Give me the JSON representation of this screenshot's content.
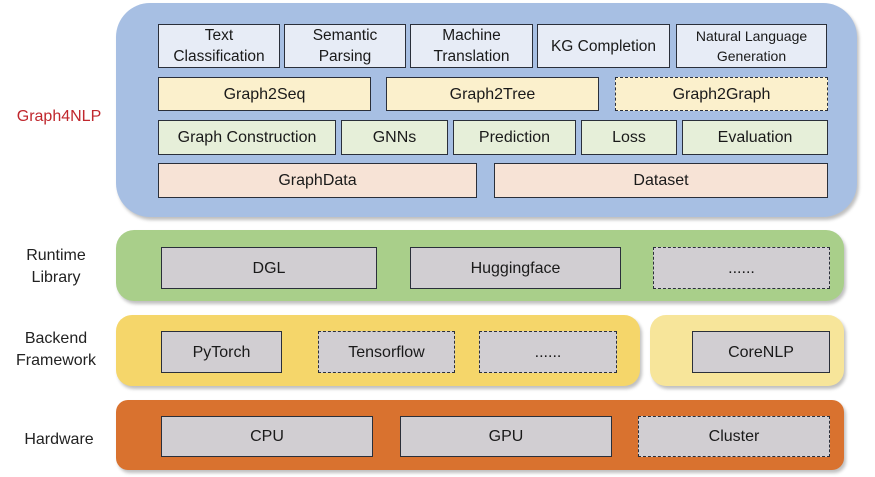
{
  "diagram": {
    "title": "Graph4NLP architecture stack",
    "colors": {
      "graph4nlp_label": "#c0272d",
      "graph4nlp_panel": "#a7bfe3",
      "runtime_panel": "#a9cf8a",
      "backend_panel": "#f5d66a",
      "corenlp_panel": "#f7e59a",
      "hardware_panel": "#d9722f",
      "task_box": "#e7ecf6",
      "model_box": "#fbf0cc",
      "component_box": "#e6efd9",
      "data_box": "#f7e3d6",
      "library_box": "#d1ced2"
    },
    "layers": {
      "graph4nlp": {
        "label": "Graph4NLP",
        "tasks": [
          {
            "line1": "Text",
            "line2": "Classification"
          },
          {
            "line1": "Semantic",
            "line2": "Parsing"
          },
          {
            "line1": "Machine",
            "line2": "Translation"
          },
          {
            "line1": "KG Completion",
            "line2": ""
          },
          {
            "line1": "Natural Language",
            "line2": "Generation"
          }
        ],
        "models": [
          {
            "label": "Graph2Seq",
            "dashed": false
          },
          {
            "label": "Graph2Tree",
            "dashed": false
          },
          {
            "label": "Graph2Graph",
            "dashed": true
          }
        ],
        "components": [
          "Graph Construction",
          "GNNs",
          "Prediction",
          "Loss",
          "Evaluation"
        ],
        "data": [
          "GraphData",
          "Dataset"
        ]
      },
      "runtime": {
        "label_line1": "Runtime",
        "label_line2": "Library",
        "items": [
          {
            "label": "DGL",
            "dashed": false
          },
          {
            "label": "Huggingface",
            "dashed": false
          },
          {
            "label": "......",
            "dashed": true
          }
        ]
      },
      "backend": {
        "label_line1": "Backend",
        "label_line2": "Framework",
        "items": [
          {
            "label": "PyTorch",
            "dashed": false
          },
          {
            "label": "Tensorflow",
            "dashed": true
          },
          {
            "label": "......",
            "dashed": true
          }
        ],
        "extra": {
          "label": "CoreNLP",
          "dashed": false
        }
      },
      "hardware": {
        "label": "Hardware",
        "items": [
          {
            "label": "CPU",
            "dashed": false
          },
          {
            "label": "GPU",
            "dashed": false
          },
          {
            "label": "Cluster",
            "dashed": true
          }
        ]
      }
    }
  }
}
